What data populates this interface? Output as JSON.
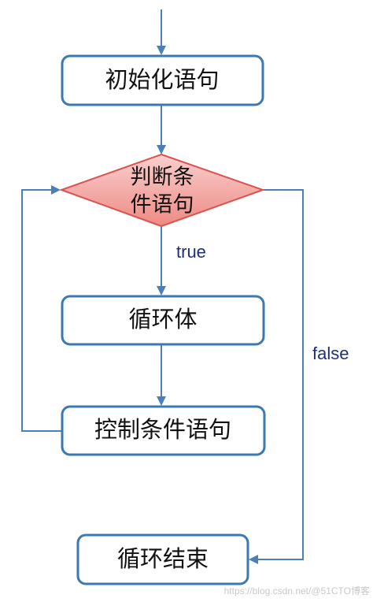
{
  "nodes": {
    "init": "初始化语句",
    "condition_line1": "判断条",
    "condition_line2": "件语句",
    "body": "循环体",
    "control": "控制条件语句",
    "end": "循环结束"
  },
  "edges": {
    "true_label": "true",
    "false_label": "false"
  },
  "watermark": "https://blog.csdn.net/@51CTO博客",
  "colors": {
    "box_border": "#3c78b4",
    "line": "#4a7fb8",
    "diamond_fill_top": "#f7c3c1",
    "diamond_fill_bottom": "#f08a84",
    "diamond_border": "#d9534f",
    "label_color": "#1f2d7a"
  }
}
